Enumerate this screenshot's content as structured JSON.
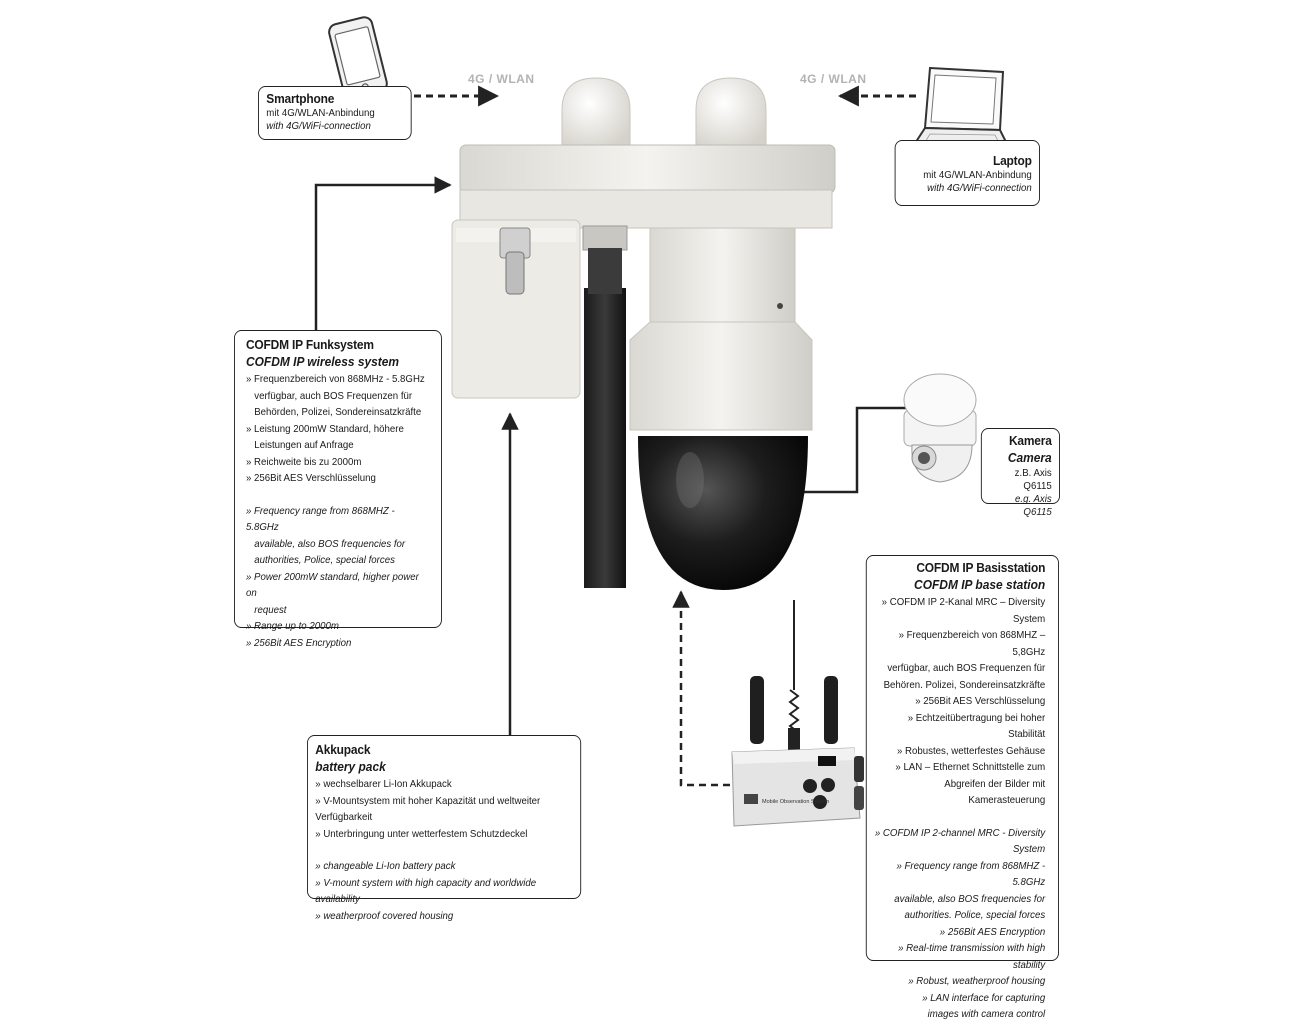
{
  "network_labels": {
    "left": "4G / WLAN",
    "right": "4G / WLAN"
  },
  "smartphone": {
    "title": "Smartphone",
    "line_de": "mit 4G/WLAN-Anbindung",
    "line_en": "with 4G/WiFi-connection"
  },
  "laptop": {
    "title": "Laptop",
    "line_de": "mit 4G/WLAN-Anbindung",
    "line_en": "with 4G/WiFi-connection"
  },
  "camera": {
    "title": "Kamera",
    "subtitle": "Camera",
    "line_de": "z.B. Axis Q6115",
    "line_en": "e.g. Axis Q6115"
  },
  "funksystem": {
    "title": "COFDM IP Funksystem",
    "subtitle": "COFDM IP wireless system",
    "items_de": [
      "» Frequenzbereich von 868MHz - 5.8GHz",
      "verfügbar, auch BOS Frequenzen für",
      "Behörden, Polizei, Sondereinsatzkräfte",
      "» Leistung 200mW Standard, höhere",
      "Leistungen auf Anfrage",
      "» Reichweite bis zu 2000m",
      "» 256Bit AES Verschlüsselung"
    ],
    "items_en": [
      "» Frequency range from 868MHZ - 5.8GHz",
      "available, also BOS frequencies for",
      "authorities, Police, special forces",
      "» Power 200mW standard, higher power on",
      "request",
      "» Range up to 2000m",
      "» 256Bit AES Encryption"
    ]
  },
  "akkupack": {
    "title": "Akkupack",
    "subtitle": "battery pack",
    "items_de": [
      "» wechselbarer Li-Ion Akkupack",
      "» V-Mountsystem mit hoher Kapazität und weltweiter Verfügbarkeit",
      "» Unterbringung unter wetterfestem Schutzdeckel"
    ],
    "items_en": [
      "» changeable Li-Ion battery pack",
      "» V-mount system with high capacity and worldwide availability",
      "» weatherproof covered housing"
    ]
  },
  "basisstation": {
    "title": "COFDM IP Basisstation",
    "subtitle": "COFDM IP base station",
    "items_de": [
      "» COFDM IP 2-Kanal MRC – Diversity",
      "System",
      "» Frequenzbereich von 868MHZ – 5,8GHz",
      "verfügbar, auch BOS Frequenzen für",
      "Behören. Polizei, Sondereinsatzkräfte",
      "» 256Bit AES Verschlüsselung",
      "» Echtzeitübertragung bei hoher Stabilität",
      "» Robustes, wetterfestes Gehäuse",
      "» LAN – Ethernet Schnittstelle zum",
      "Abgreifen der Bilder mit Kamerasteuerung"
    ],
    "items_en": [
      "» COFDM IP 2-channel MRC - Diversity",
      "System",
      "» Frequency range from 868MHZ - 5.8GHz",
      "available, also BOS frequencies for",
      "authorities. Police, special forces",
      "» 256Bit AES Encryption",
      "» Real-time transmission with high stability",
      "» Robust, weatherproof housing",
      "» LAN interface for capturing",
      "images with camera control"
    ]
  },
  "device_label": "Mobile Observation System",
  "colors": {
    "line": "#222222",
    "net_label": "#b3b3b3",
    "housing": "#ecebe6",
    "dome": "#1a1a1a"
  }
}
